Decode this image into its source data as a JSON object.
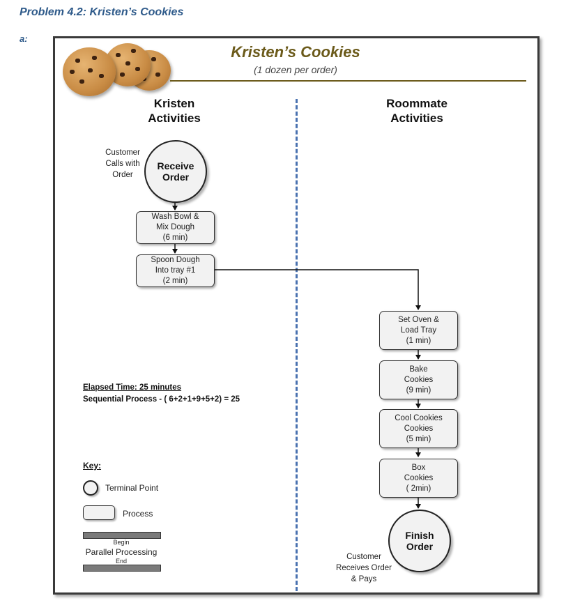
{
  "problem_title": "Problem 4.2:  Kristen’s Cookies",
  "part_label": "a:",
  "header": {
    "title": "Kristen’s Cookies",
    "subtitle": "(1 dozen per order)",
    "image_icon": "cookie-image"
  },
  "lanes": {
    "kristen": "Kristen\nActivities",
    "roommate": "Roommate\nActivities"
  },
  "nodes": {
    "receive_order": "Receive\nOrder",
    "customer_calls": "Customer\nCalls with\nOrder",
    "wash_bowl": "Wash Bowl &\nMix Dough\n(6 min)",
    "spoon_dough": "Spoon Dough\nInto tray #1\n(2 min)",
    "set_oven": "Set Oven &\nLoad Tray\n(1 min)",
    "bake": "Bake\nCookies\n(9 min)",
    "cool": "Cool Cookies\nCookies\n(5 min)",
    "box": "Box\nCookies\n( 2min)",
    "finish_order": "Finish\nOrder",
    "customer_receives": "Customer\nReceives Order\n& Pays"
  },
  "summary": {
    "elapsed": "Elapsed Time:  25 minutes",
    "sequential": "Sequential Process -  ( 6+2+1+9+5+2) = 25"
  },
  "key": {
    "title": "Key:",
    "terminal": "Terminal Point",
    "process": "Process",
    "begin": "Begin",
    "parallel": "Parallel Processing",
    "end": "End"
  },
  "colors": {
    "title_blue": "#2e5a8a",
    "header_olive": "#6b5a1a",
    "divider_blue": "#4a72b0",
    "node_fill": "#f2f2f2"
  }
}
